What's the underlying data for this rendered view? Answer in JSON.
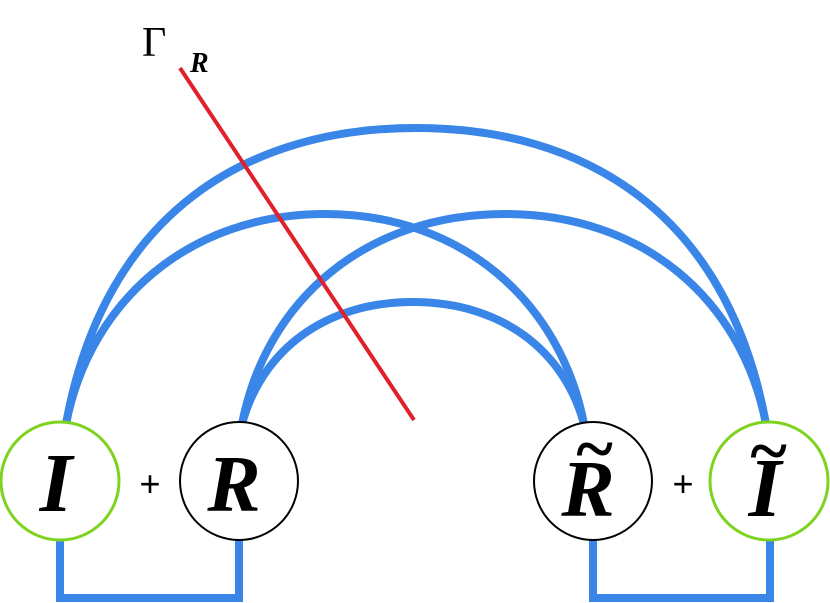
{
  "diagram": {
    "cut_label": {
      "symbol": "Γ",
      "subscript": "R"
    },
    "nodes": [
      {
        "id": "I",
        "label": "I",
        "tilde": false,
        "ring_color": "#7ed321"
      },
      {
        "id": "R",
        "label": "R",
        "tilde": false,
        "ring_color": "#000000"
      },
      {
        "id": "R-tilde",
        "label": "R",
        "tilde": true,
        "ring_color": "#000000"
      },
      {
        "id": "I-tilde",
        "label": "I",
        "tilde": true,
        "ring_color": "#7ed321"
      }
    ],
    "operators": [
      {
        "text": "+"
      },
      {
        "text": "+"
      }
    ],
    "tilde_glyph": "~",
    "colors": {
      "link": "#3a86e8",
      "cut": "#e0202a",
      "outline": "#000000"
    }
  }
}
